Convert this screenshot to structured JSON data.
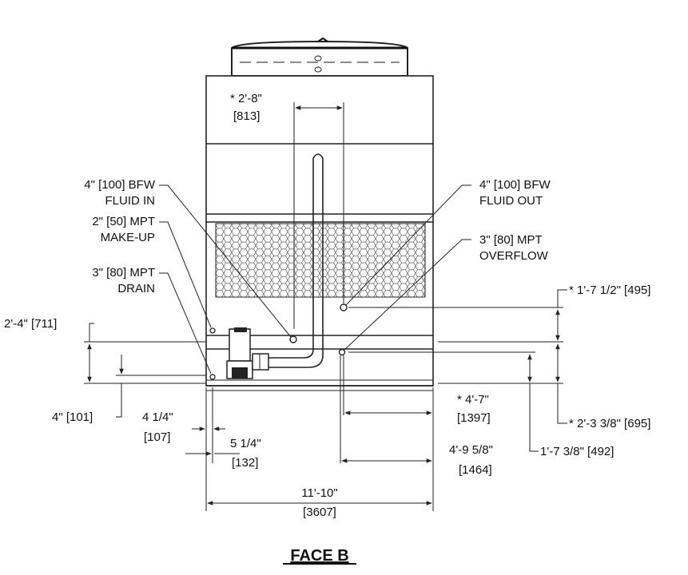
{
  "title": "FACE B",
  "callouts": {
    "fluid_in": [
      "4\" [100] BFW",
      "FLUID IN"
    ],
    "makeup": [
      "2\" [50] MPT",
      "MAKE-UP"
    ],
    "drain": [
      "3\" [80] MPT",
      "DRAIN"
    ],
    "fluid_out": [
      "4\" [100] BFW",
      "FLUID OUT"
    ],
    "overflow": [
      "3\" [80] MPT",
      "OVERFLOW"
    ]
  },
  "dimensions": {
    "top_width": [
      "* 2'-8\"",
      "[813]"
    ],
    "right_1": "* 1'-7 1/2\" [495]",
    "right_2": "* 2'-3 3/8\" [695]",
    "right_3": "1'-7 3/8\" [492]",
    "left_1": "2'-4\" [711]",
    "left_2": "4\" [101]",
    "offset_1": [
      "4 1/4\"",
      "[107]"
    ],
    "offset_2": [
      "5 1/4\"",
      "[132]"
    ],
    "width_1": [
      "* 4'-7\"",
      "[1397]"
    ],
    "width_2": [
      "4'-9 5/8\"",
      "[1464]"
    ],
    "overall": [
      "11'-10\"",
      "[3607]"
    ]
  }
}
